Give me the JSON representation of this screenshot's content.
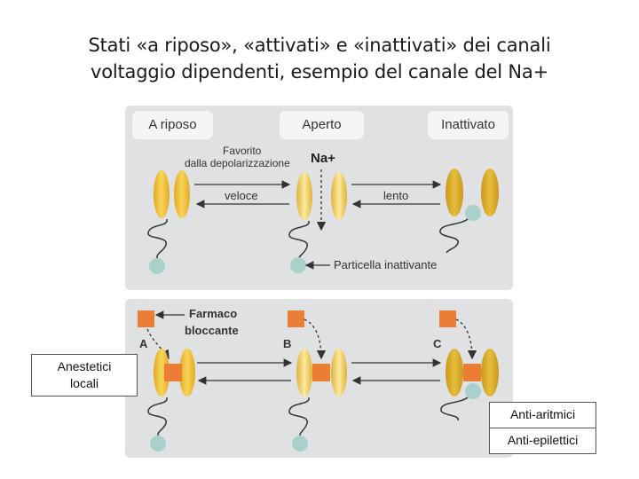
{
  "slide": {
    "title_line1": "Stati «a riposo», «attivati» e «inattivati» dei canali",
    "title_line2": "voltaggio dipendenti, esempio del canale del Na+"
  },
  "states": {
    "rest": "A riposo",
    "open": "Aperto",
    "inactivated": "Inattivato"
  },
  "top_panel": {
    "favored_line1": "Favorito",
    "favored_line2": "dalla depolarizzazione",
    "ion": "Na+",
    "fast": "veloce",
    "slow": "lento",
    "inactivating_particle": "Particella inattivante"
  },
  "bottom_panel": {
    "drug_line1": "Farmaco",
    "drug_line2": "bloccante",
    "letter_a": "A",
    "letter_b": "B",
    "letter_c": "C"
  },
  "callouts": {
    "local_anesthetics_line1": "Anestetici",
    "local_anesthetics_line2": "locali",
    "antiarrhythmics": "Anti-aritmici",
    "antiepileptics": "Anti-epilettici"
  },
  "colors": {
    "channel": "#f2c43a",
    "channel_inactive": "#d9ad2e",
    "particle": "#a9d0cc",
    "drug": "#ec7d34",
    "panel": "#dfe1e2"
  }
}
